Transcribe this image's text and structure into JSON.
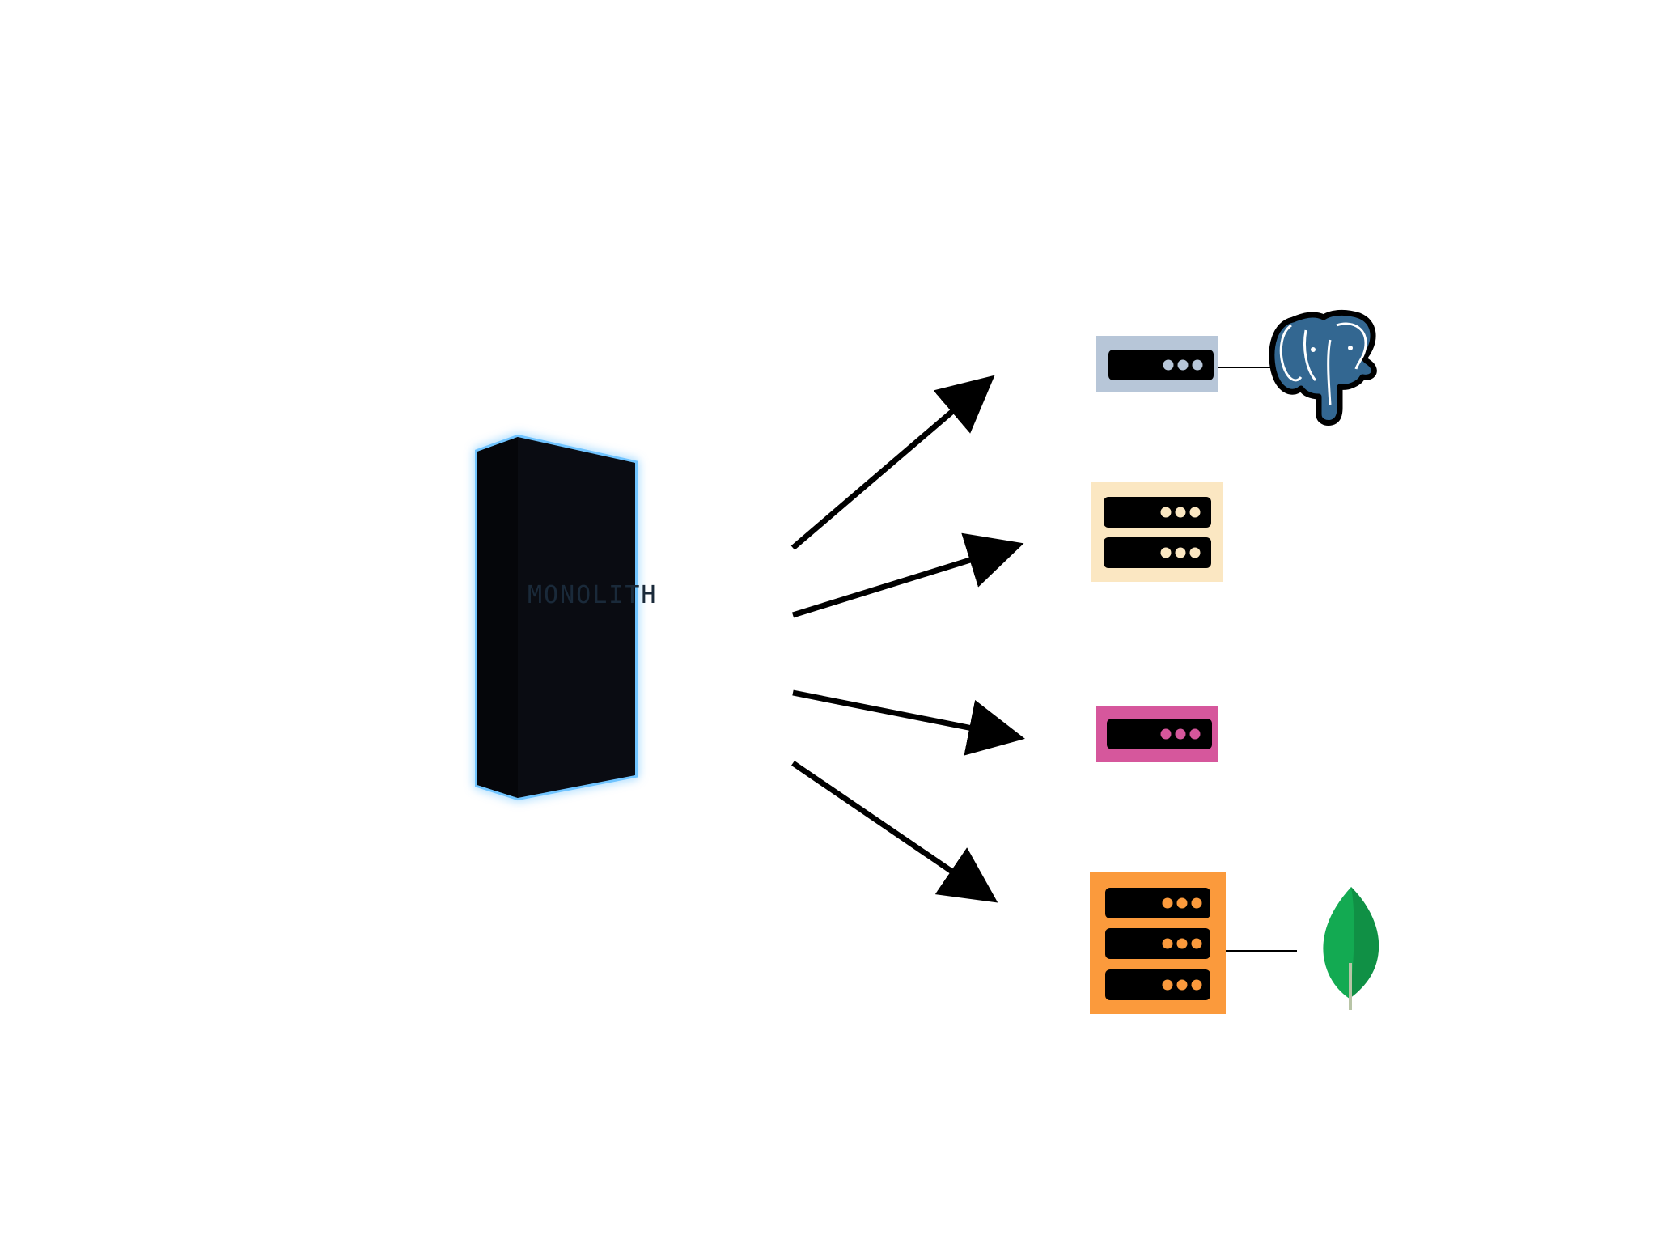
{
  "monolith": {
    "label": "MONOLITH",
    "body_color": "#0a0c12",
    "glow_color": "#6fc4ff",
    "text_color": "#1a2a3a"
  },
  "arrow_color": "#000000",
  "services": [
    {
      "name": "service-postgres",
      "rack_count": 1,
      "panel_color": "#b7c6d8",
      "dot_color": "#b7c6d8",
      "database": "postgresql-elephant-icon"
    },
    {
      "name": "service-cream",
      "rack_count": 2,
      "panel_color": "#fbe7c2",
      "dot_color": "#fbe7c2",
      "database": ""
    },
    {
      "name": "service-pink",
      "rack_count": 1,
      "panel_color": "#d6579c",
      "dot_color": "#d6579c",
      "database": ""
    },
    {
      "name": "service-mongo",
      "rack_count": 3,
      "panel_color": "#fb9a3c",
      "dot_color": "#fb9a3c",
      "database": "mongodb-leaf-icon"
    }
  ],
  "databases": {
    "postgres": {
      "icon": "postgresql-elephant-icon",
      "fill": "#336791",
      "stroke": "#000000"
    },
    "mongo": {
      "icon": "mongodb-leaf-icon",
      "fill": "#13aa52",
      "dark": "#0e7a3a"
    }
  }
}
